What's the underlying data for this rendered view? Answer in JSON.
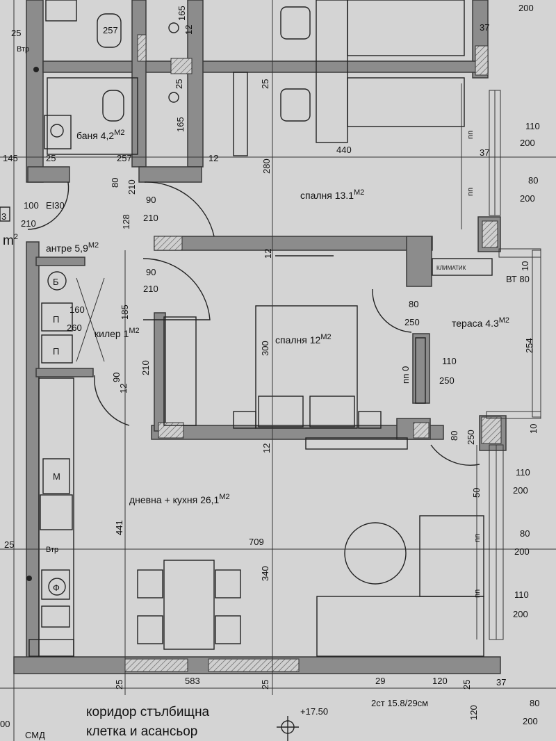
{
  "rooms": {
    "bath": "баня 4,2",
    "bed1": "спалня 13.1",
    "antre": "антре 5,9",
    "kiler": "килер 1",
    "bed2": "спалня 12",
    "terrace": "тераса 4.3",
    "living": "дневна + кухня 26,1"
  },
  "units": {
    "sq": "М2",
    "m2": "m"
  },
  "dims": {
    "d25a": "25",
    "d257a": "257",
    "d165a": "165",
    "d12a": "12",
    "d200a": "200",
    "d25b": "25",
    "d25c": "25",
    "d165b": "165",
    "d110a": "110",
    "d200b": "200",
    "d145": "145",
    "d25d": "25",
    "d257b": "257",
    "d12b": "12",
    "d280": "280",
    "d440": "440",
    "d80a": "80",
    "d210a": "210",
    "d80b": "80",
    "d200c": "200",
    "d100": "100",
    "d210b": "210",
    "dEI": "EI30",
    "d90a": "90",
    "d210c": "210",
    "d128": "128",
    "d12c": "12",
    "d90b": "90",
    "d210d": "210",
    "d185": "185",
    "d160": "160",
    "d260": "260",
    "d80c": "80",
    "d250a": "250",
    "d254": "254",
    "d300": "300",
    "d110b": "110",
    "d250b": "250",
    "dnn0": "nn 0",
    "d90c": "90",
    "d12d": "12",
    "d210e": "210",
    "d80d": "80",
    "d250c": "250",
    "d12e": "12",
    "d10a": "10",
    "d10b": "10",
    "d110c": "110",
    "d200d": "200",
    "d50a": "50",
    "d441": "441",
    "d709": "709",
    "d340": "340",
    "d80e": "80",
    "d200e": "200",
    "d110d": "110",
    "d200f": "200",
    "d25e": "25",
    "d583": "583",
    "d25f": "25",
    "d29": "29",
    "d120a": "120",
    "d25g": "25",
    "d37a": "37",
    "d80f": "80",
    "d200g": "200",
    "d37b": "37",
    "d37c": "37",
    "d120b": "120",
    "d25h": "25",
    "d3": "3"
  },
  "tags": {
    "btp1": "Втр",
    "btp2": "Втр",
    "b": "Б",
    "p1": "П",
    "p2": "П",
    "m": "М",
    "f": "Ф",
    "bt80": "ВТ 80",
    "klim": "КЛИМАТИК",
    "nn1": "nn",
    "nn2": "nn",
    "nn3": "nn",
    "nn4": "nn",
    "cm": "СМД",
    "cm00": "00"
  },
  "bottom": {
    "corridor1": "коридор стълбищна",
    "corridor2": "клетка и асансьор",
    "stair": "2ст 15.8/29см",
    "level": "+17.50"
  }
}
